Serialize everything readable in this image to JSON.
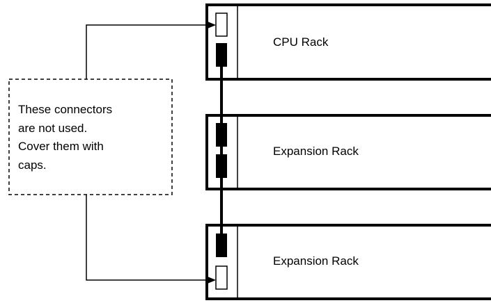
{
  "note": {
    "lines": [
      "These connectors",
      "are not used.",
      "Cover them with",
      "caps."
    ]
  },
  "racks": [
    {
      "label": "CPU Rack"
    },
    {
      "label": "Expansion Rack"
    },
    {
      "label": "Expansion Rack"
    }
  ],
  "colors": {
    "line": "#000000",
    "background": "#ffffff"
  }
}
